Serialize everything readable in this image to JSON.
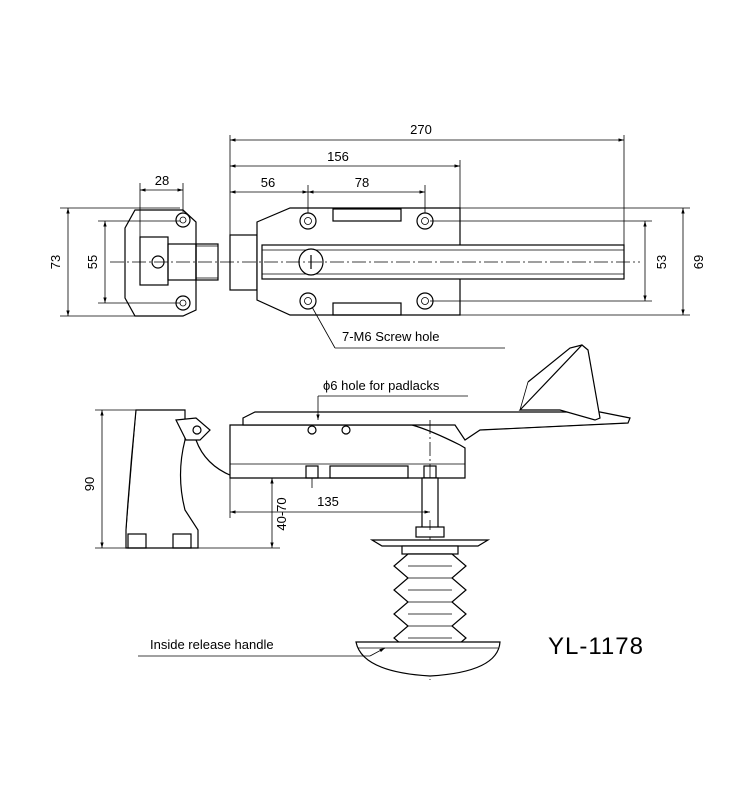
{
  "dimensions": {
    "overall_length": "270",
    "hole_span": "156",
    "offset_56": "56",
    "spacing_78": "78",
    "keeper_width": "28",
    "keeper_height_outer": "73",
    "keeper_height_inner": "55",
    "body_hole_spacing": "53",
    "body_height": "69",
    "side_height": "90",
    "door_thickness": "40-70",
    "shaft_offset": "135"
  },
  "annotations": {
    "screw_holes": "7-M6 Screw hole",
    "padlock_hole": "ϕ6  hole for padlacks",
    "release_handle": "Inside release handle"
  },
  "model": "YL-1178"
}
